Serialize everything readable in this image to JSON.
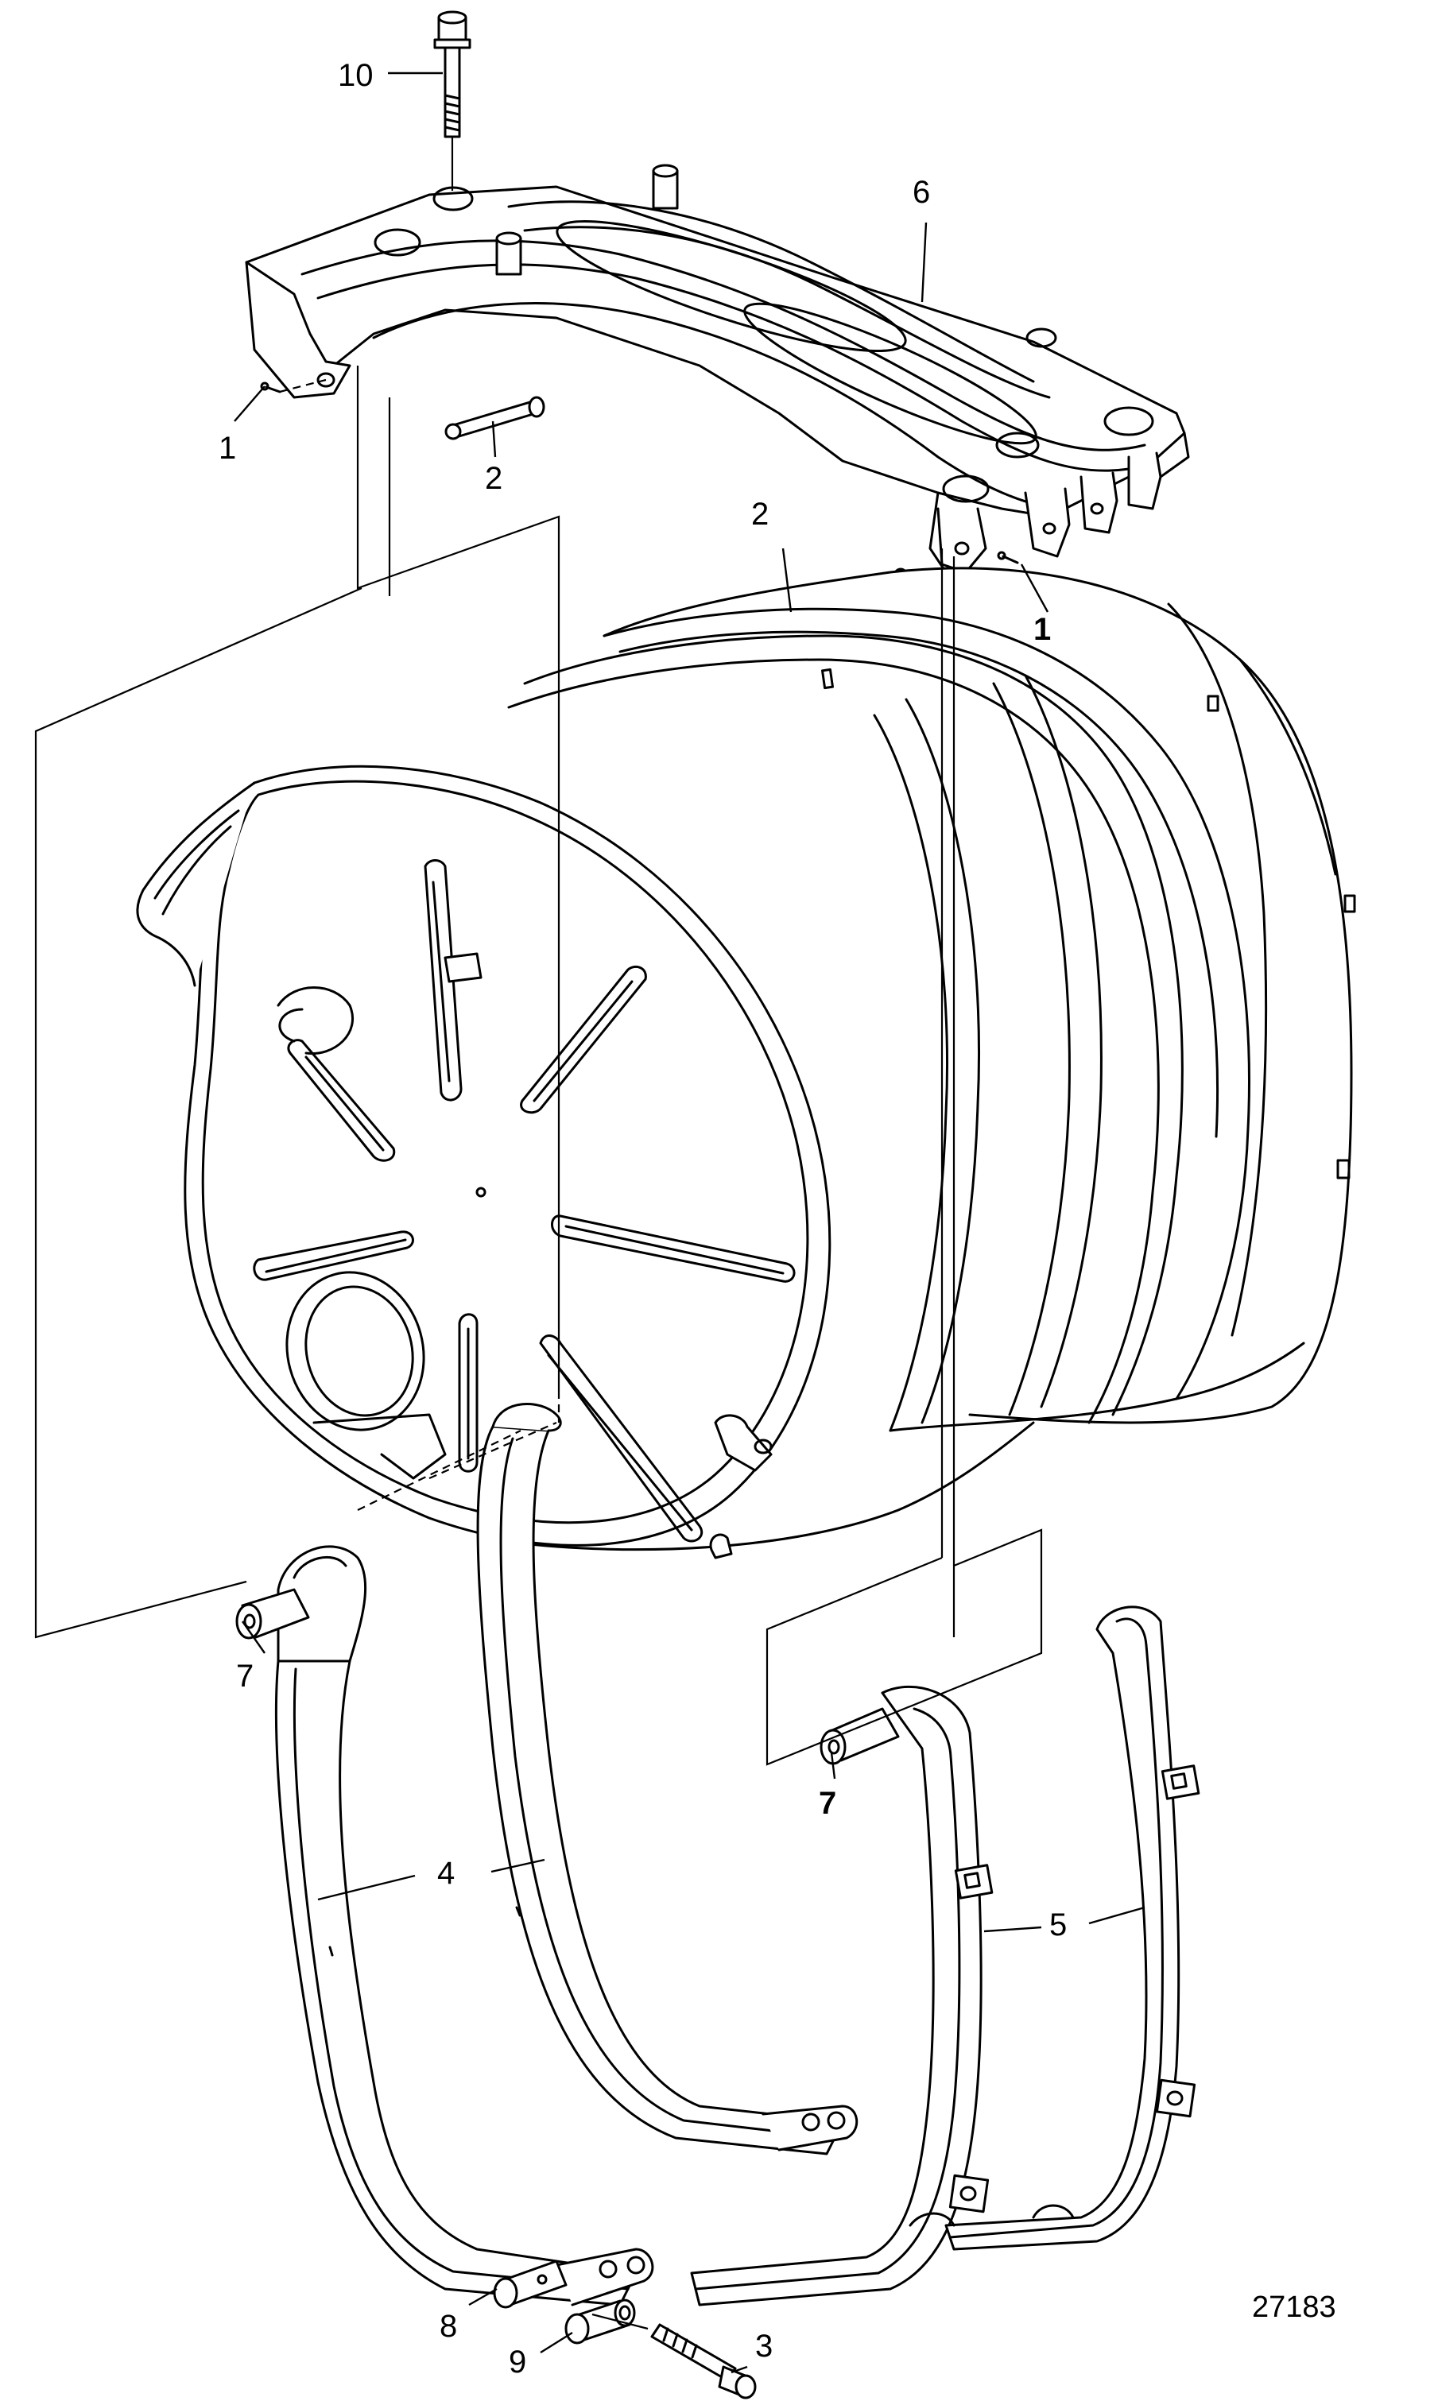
{
  "diagram": {
    "drawing_number": "27183",
    "callouts": [
      {
        "id": "callout-10",
        "label": "10",
        "bold": false
      },
      {
        "id": "callout-6",
        "label": "6",
        "bold": false
      },
      {
        "id": "callout-1a",
        "label": "1",
        "bold": false
      },
      {
        "id": "callout-2a",
        "label": "2",
        "bold": false
      },
      {
        "id": "callout-2b",
        "label": "2",
        "bold": false
      },
      {
        "id": "callout-1b",
        "label": "1",
        "bold": true
      },
      {
        "id": "callout-7a",
        "label": "7",
        "bold": false
      },
      {
        "id": "callout-7b",
        "label": "7",
        "bold": true
      },
      {
        "id": "callout-4",
        "label": "4",
        "bold": false
      },
      {
        "id": "callout-5",
        "label": "5",
        "bold": false
      },
      {
        "id": "callout-8",
        "label": "8",
        "bold": false
      },
      {
        "id": "callout-9",
        "label": "9",
        "bold": false
      },
      {
        "id": "callout-3",
        "label": "3",
        "bold": false
      }
    ]
  }
}
